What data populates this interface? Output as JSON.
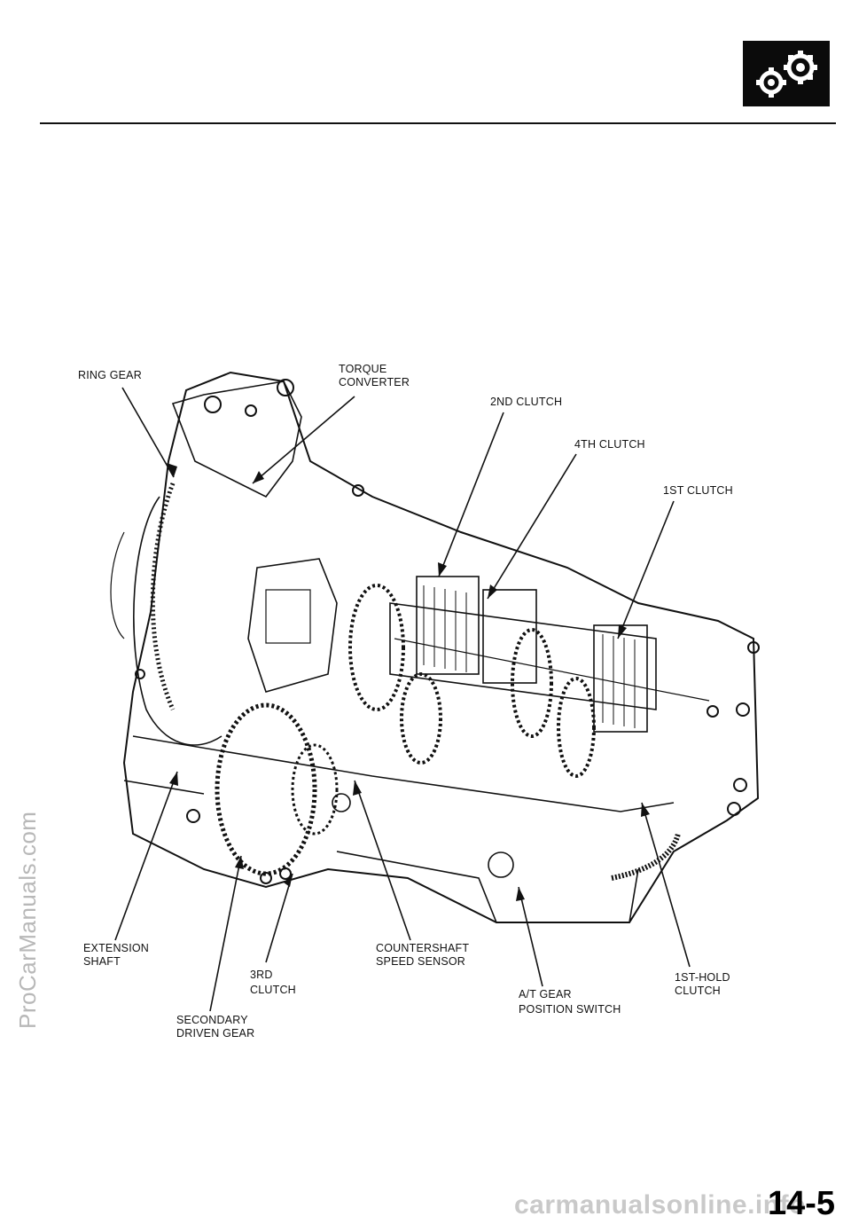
{
  "header": {
    "badge_icon": "gears-icon"
  },
  "labels": {
    "ring_gear": "RING GEAR",
    "torque_converter": "TORQUE\nCONVERTER",
    "second_clutch": "2ND  CLUTCH",
    "fourth_clutch": "4TH  CLUTCH",
    "first_clutch": "1ST  CLUTCH",
    "extension_shaft": "EXTENSION\nSHAFT",
    "third_clutch": "3RD\nCLUTCH",
    "secondary_driven_gear": "SECONDARY\nDRIVEN GEAR",
    "countershaft_speed_sensor": "COUNTERSHAFT\nSPEED SENSOR",
    "at_gear_position_switch": "A/T  GEAR\nPOSITION  SWITCH",
    "first_hold_clutch": "1ST-HOLD\nCLUTCH"
  },
  "watermark": "ProCarManuals.com",
  "footer": {
    "site": "carmanualsonline.info",
    "page_number": "14-5"
  }
}
